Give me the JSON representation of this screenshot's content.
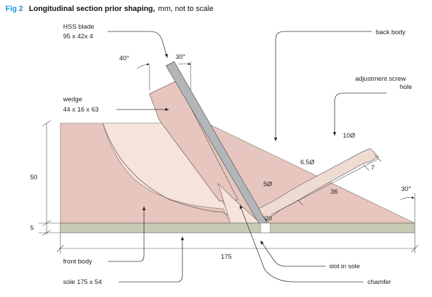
{
  "caption": {
    "fig": "Fig 2",
    "title": "Longitudinal section prior shaping,",
    "rest": " mm, not to scale"
  },
  "labels": {
    "blade_title": "HSS blade",
    "blade_size": "95 x 42x 4",
    "wedge_title": "wedge",
    "wedge_size": "44 x 16 x 63",
    "back_body": "back body",
    "adjustment_screw_1": "adjustment screw",
    "adjustment_screw_2": "hole",
    "front_body": "front body",
    "sole": "sole 175 x 54",
    "slot_in_sole": "slot in sole",
    "chamfer": "chamfer"
  },
  "dimensions": {
    "angle_40": "40°",
    "angle_30_top": "30°",
    "angle_30_right": "30°",
    "d10": "10Ø",
    "d65": "6.5Ø",
    "d5": "5Ø",
    "len7": "7",
    "len36": "36",
    "len20": "20",
    "height50": "50",
    "height5": "5",
    "width175": "175"
  },
  "colors": {
    "body": "#e6c6be",
    "front_light": "#f6e4da",
    "sole": "#c7ccb4",
    "blade": "#b3b6b8",
    "hole": "#eedbd2",
    "caption_blue": "#1a8fd6"
  }
}
